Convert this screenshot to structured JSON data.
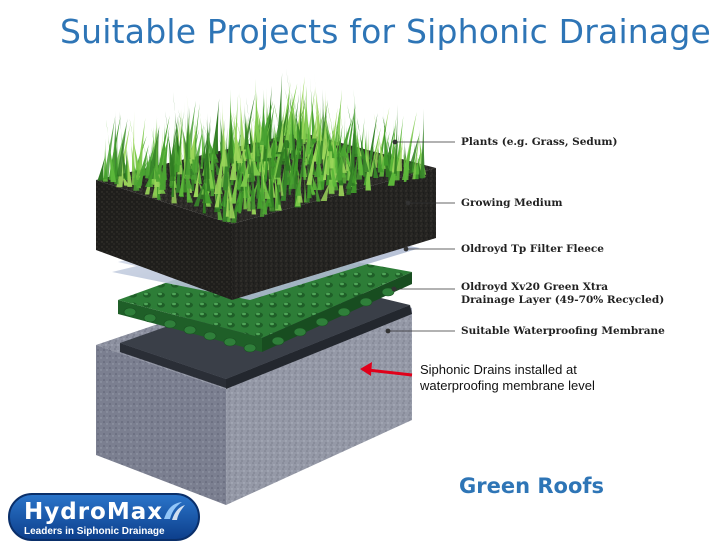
{
  "slide": {
    "title": "Suitable Projects for Siphonic Drainage",
    "caption": "Green Roofs"
  },
  "layers": [
    {
      "label": "Plants (e.g. Grass, Sedum)"
    },
    {
      "label": "Growing Medium"
    },
    {
      "label": "Oldroyd Tp Filter Fleece"
    },
    {
      "label_line1": "Oldroyd Xv20 Green Xtra",
      "label_line2": "Drainage Layer (49-70% Recycled)"
    },
    {
      "label": "Suitable Waterproofing Membrane"
    }
  ],
  "annotation": {
    "line1": "Siphonic Drains installed at",
    "line2": "waterproofing membrane level",
    "arrow_color": "#e0001a"
  },
  "logo": {
    "name": "HydroMax",
    "tagline": "Leaders in Siphonic Drainage"
  },
  "colors": {
    "title": "#2E75B6",
    "grass": "#3f9a2a",
    "soil": "#2b2a28",
    "fleece": "#c9d3e6",
    "drainage": "#2f7f3a",
    "membrane": "#3a3f48",
    "concrete": "#8d91a0"
  }
}
